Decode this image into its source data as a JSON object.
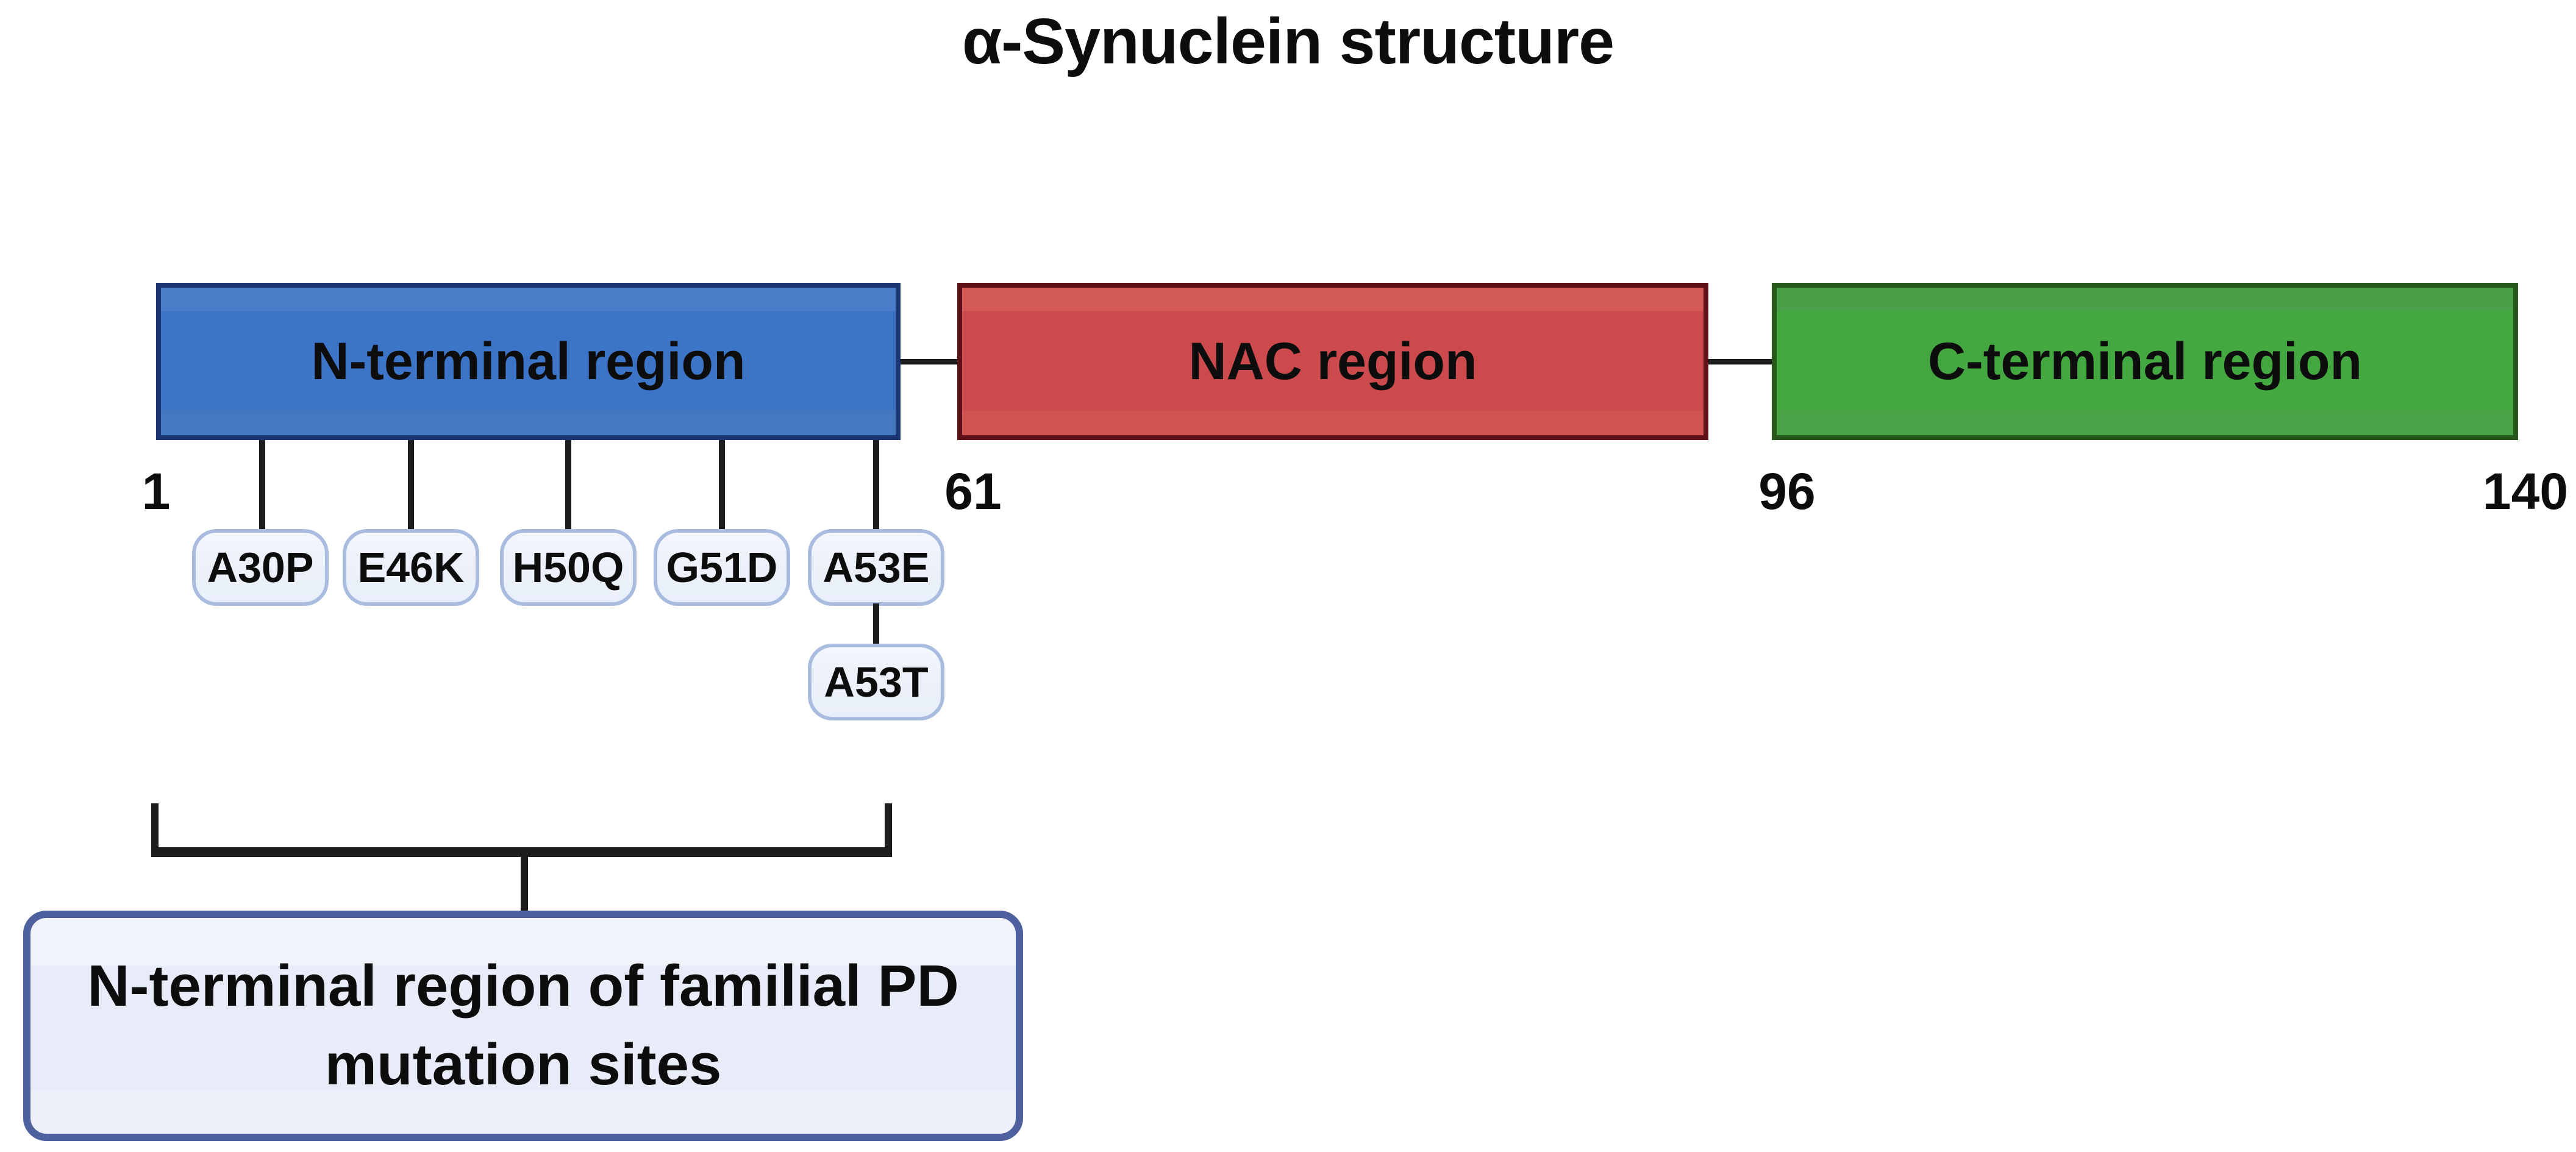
{
  "title": "α-Synuclein structure",
  "regions": [
    {
      "name": "N-terminal region",
      "fill": "#3c74c8",
      "border": "#1b3575"
    },
    {
      "name": "NAC region",
      "fill": "#cc4a4b",
      "border": "#5f1119"
    },
    {
      "name": "C-terminal region",
      "fill": "#43a840",
      "border": "#26571b"
    }
  ],
  "residue_numbers": [
    "1",
    "61",
    "96",
    "140"
  ],
  "mutations": [
    "A30P",
    "E46K",
    "H50Q",
    "G51D",
    "A53E"
  ],
  "stacked_mutation": "A53T",
  "annotation": {
    "line1": "N-terminal region of familial PD",
    "line2": "mutation sites"
  },
  "colors": {
    "mutation_pill_fill": "#edf2fb",
    "mutation_pill_border": "#a9bcdf",
    "annotation_fill": "#e9edf9",
    "annotation_border": "#4f609f",
    "connector_line": "#1d1d1d"
  }
}
